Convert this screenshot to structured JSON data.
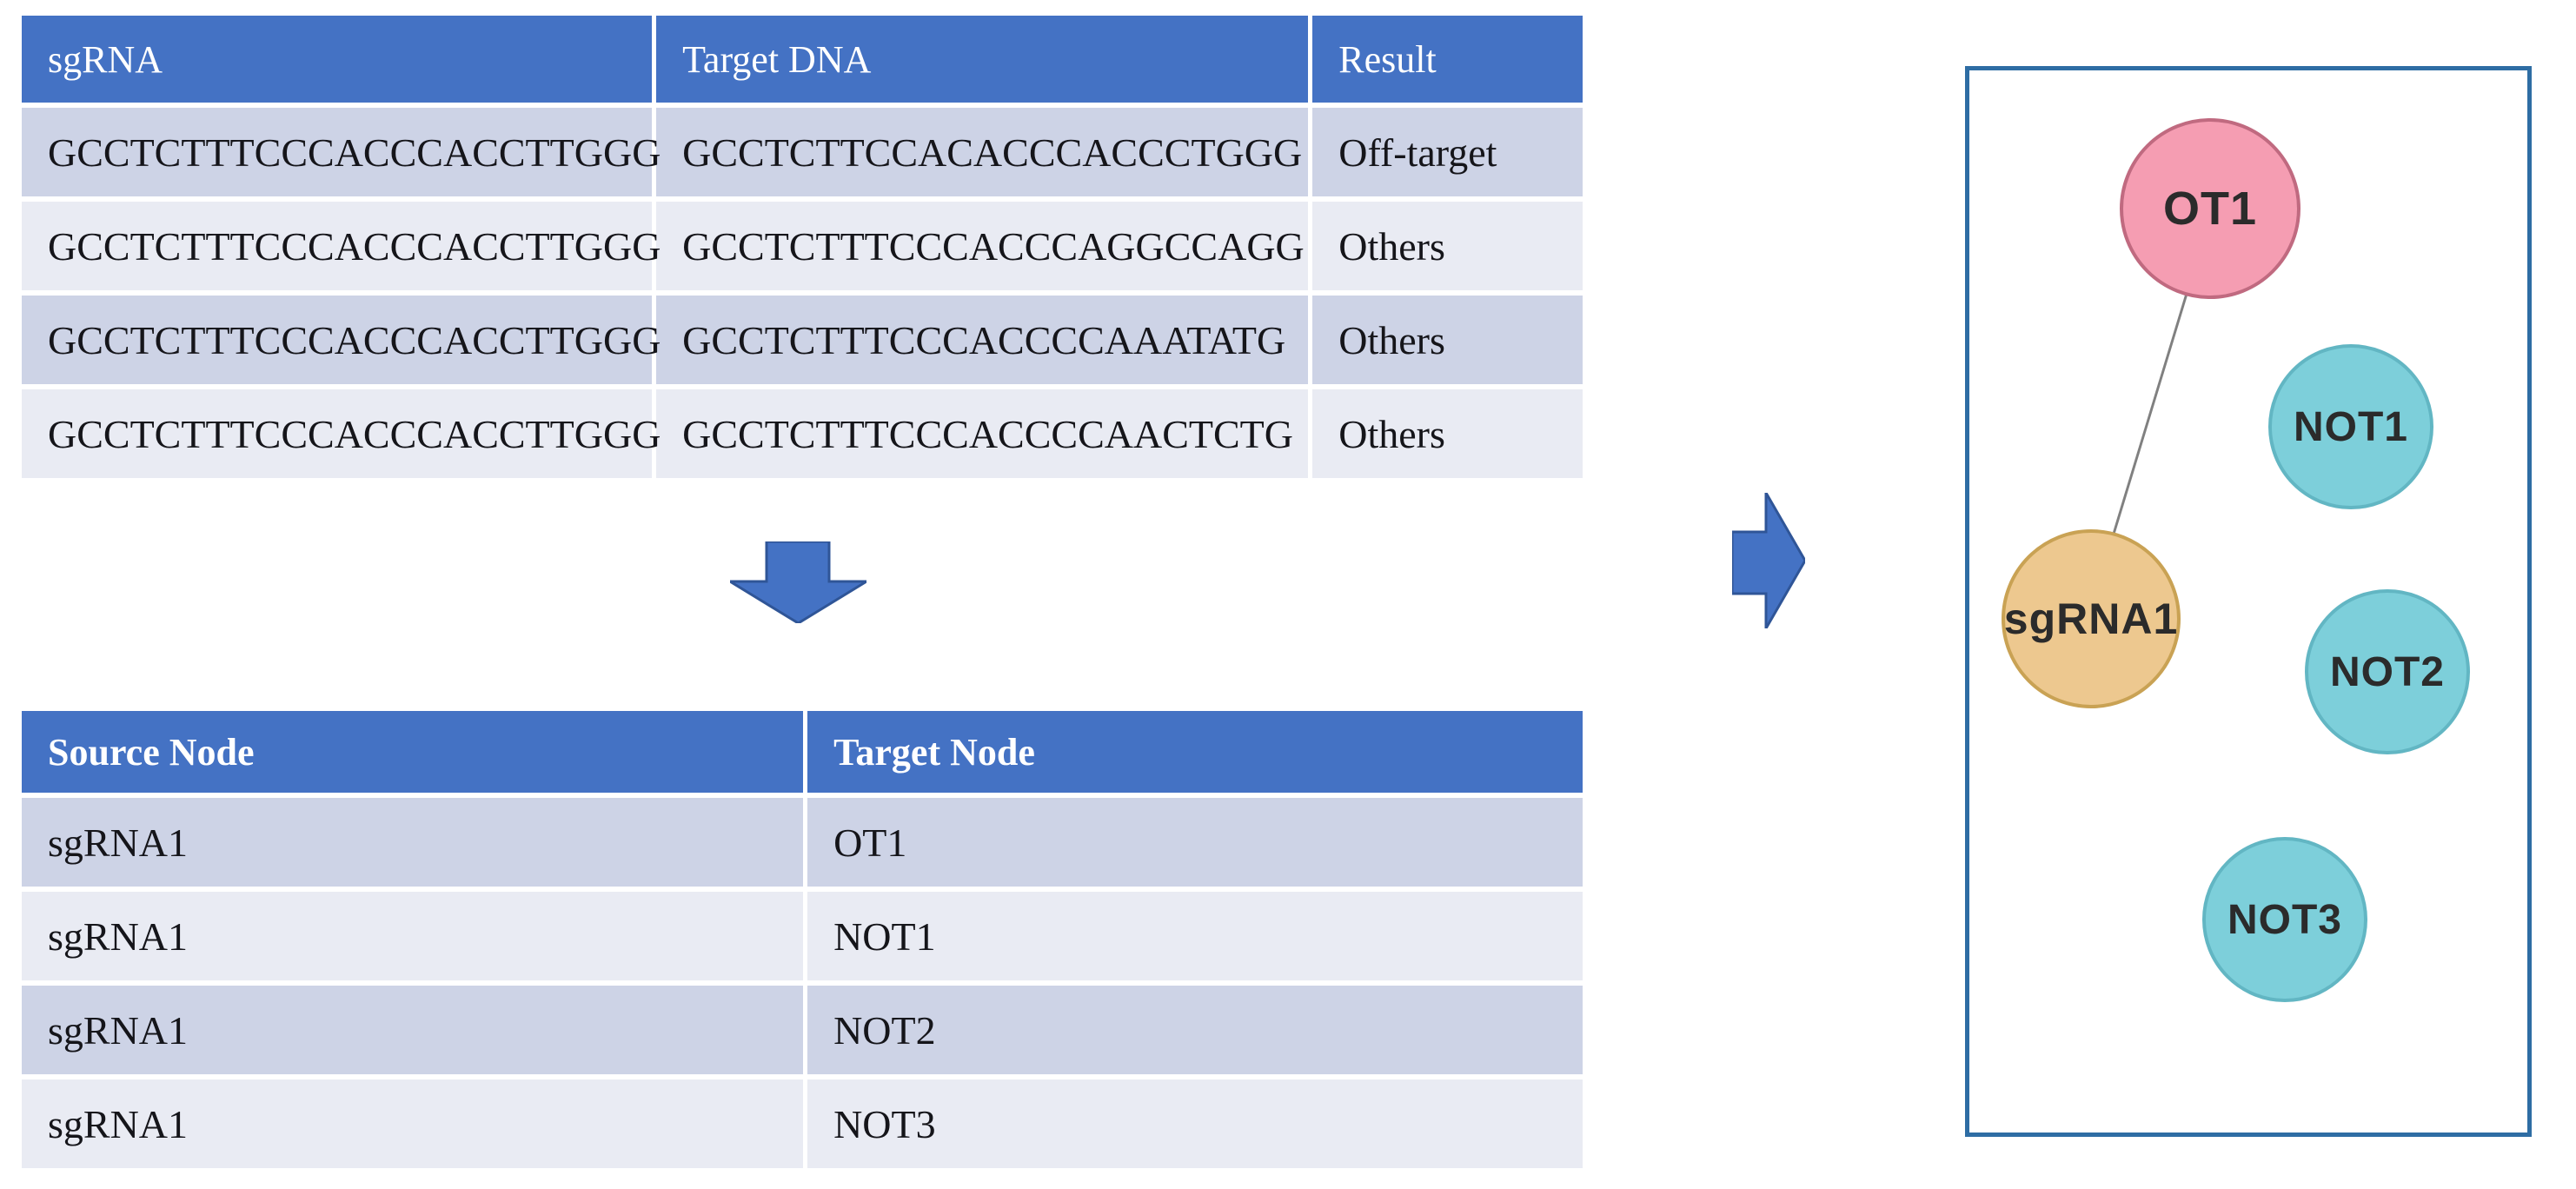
{
  "colors": {
    "header_blue": "#4472C4",
    "row_dark": "#CDD3E6",
    "row_light": "#E9EBF3",
    "arrow_fill": "#4472C4",
    "arrow_border": "#2F5597",
    "panel_border": "#2E6DA4",
    "edge_gray": "#808080",
    "node_offtarget_fill": "#F59DB2",
    "node_offtarget_border": "#C06A80",
    "node_not_fill": "#7DCFDA",
    "node_not_border": "#62B6C3",
    "node_sgrna_fill": "#EDC88F",
    "node_sgrna_border": "#C9A254"
  },
  "table1": {
    "headers": [
      "sgRNA",
      "Target DNA",
      "Result"
    ],
    "rows": [
      [
        "GCCTCTTTCCCACCCACCTTGGG",
        "GCCTCTTCCACACCCACCCTGGG",
        "Off-target"
      ],
      [
        "GCCTCTTTCCCACCCACCTTGGG",
        "GCCTCTTTCCCACCCAGGCCAGG",
        "Others"
      ],
      [
        "GCCTCTTTCCCACCCACCTTGGG",
        "GCCTCTTTCCCACCCCAAATATG",
        "Others"
      ],
      [
        "GCCTCTTTCCCACCCACCTTGGG",
        "GCCTCTTTCCCACCCCAACTCTG",
        "Others"
      ]
    ]
  },
  "table2": {
    "headers": [
      "Source Node",
      "Target Node"
    ],
    "rows": [
      [
        "sgRNA1",
        "OT1"
      ],
      [
        "sgRNA1",
        "NOT1"
      ],
      [
        "sgRNA1",
        "NOT2"
      ],
      [
        "sgRNA1",
        "NOT3"
      ]
    ]
  },
  "icons": {
    "down_arrow": "block-arrow-down",
    "right_arrow": "block-arrow-right"
  },
  "graph": {
    "nodes": [
      {
        "id": "OT1",
        "label": "OT1",
        "role": "off-target"
      },
      {
        "id": "NOT1",
        "label": "NOT1",
        "role": "non-off-target"
      },
      {
        "id": "sgRNA1",
        "label": "sgRNA1",
        "role": "sgRNA"
      },
      {
        "id": "NOT2",
        "label": "NOT2",
        "role": "non-off-target"
      },
      {
        "id": "NOT3",
        "label": "NOT3",
        "role": "non-off-target"
      }
    ],
    "edges": [
      {
        "source": "sgRNA1",
        "target": "OT1"
      }
    ]
  }
}
